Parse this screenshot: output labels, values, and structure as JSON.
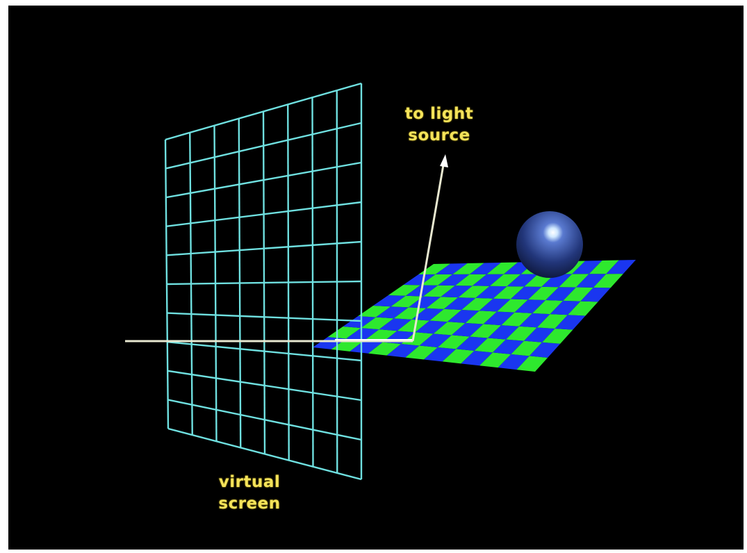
{
  "labels": {
    "light_line1": "to light",
    "light_line2": "source",
    "screen_line1": "virtual",
    "screen_line2": "screen"
  },
  "colors": {
    "background": "#000000",
    "grid": "#6fe0e0",
    "label": "#f4e35a",
    "ray": "#e8e8d0",
    "checker_blue": "#1a36f0",
    "checker_green": "#2ee82e",
    "sphere": "#2a4aa0"
  }
}
